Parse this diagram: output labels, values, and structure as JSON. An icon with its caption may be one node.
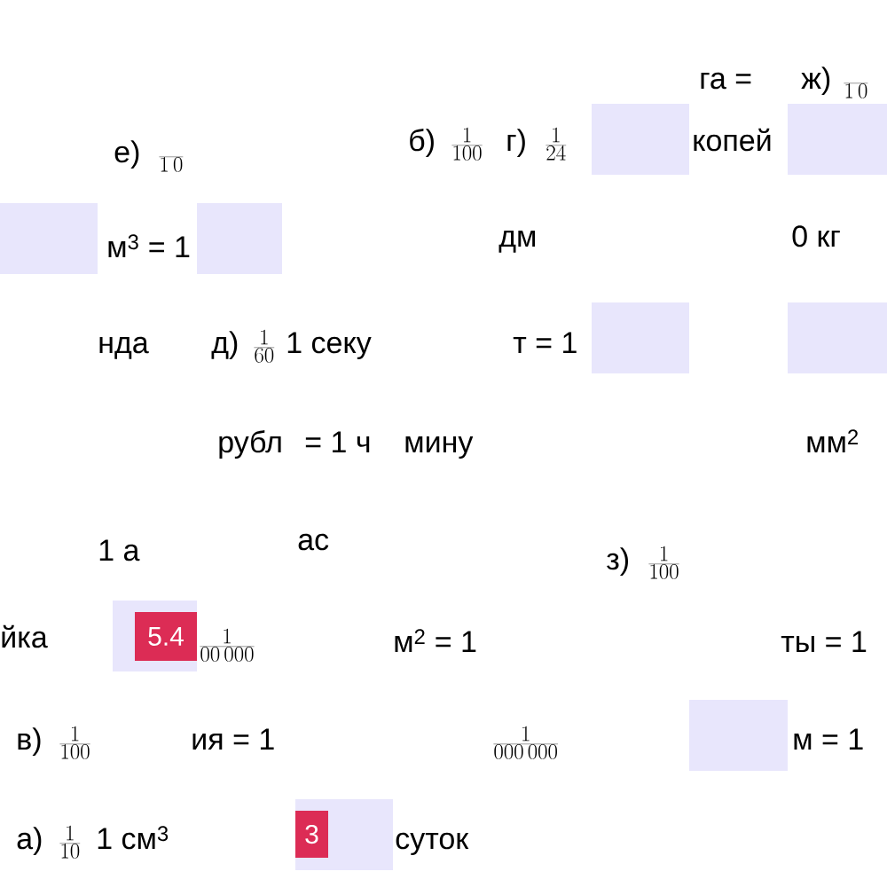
{
  "diagram": {
    "nodes": [
      {
        "text": [],
        "shape": "box"
      },
      {
        "text": [],
        "shape": "box"
      },
      {
        "text": [],
        "shape": "box"
      },
      {
        "text": [],
        "shape": "box"
      },
      {
        "text": [],
        "shape": "box"
      },
      {
        "text": [],
        "shape": "box"
      },
      {
        "text": [],
        "shape": "box"
      },
      {
        "text": [
          "5.4"
        ],
        "in": 6
      },
      {
        "text": [],
        "shape": "box"
      },
      {
        "text": [],
        "shape": "box"
      },
      {
        "text": [
          "3"
        ],
        "in": 9
      }
    ],
    "labels": [
      "га =",
      "ж)",
      "\\frac{}{1\\,0}",
      "е)",
      "\\frac{}{1\\,0}",
      "б)",
      "\\frac{1}{100}",
      "г)",
      "\\frac{1}{24}",
      "копей",
      "м$^{3}$ = 1",
      "дм",
      "0 кг",
      "нда",
      "д)",
      "\\frac{1}{60}",
      "1 секу",
      "т = 1",
      "рубл",
      "= 1 ч",
      "мину",
      "мм$^{2}$",
      "1 а",
      "ас",
      "з)",
      "\\frac{1}{100}",
      "йка",
      "\\frac{1}{00\\,000}",
      "м$^{2}$ = 1",
      "ты = 1",
      "в)",
      "\\frac{1}{100}",
      "ия = 1",
      "\\frac{1}{000\\,000}",
      "м = 1",
      "а)",
      "\\frac{1}{10}",
      "1 см$^{3}$",
      "суток"
    ]
  }
}
